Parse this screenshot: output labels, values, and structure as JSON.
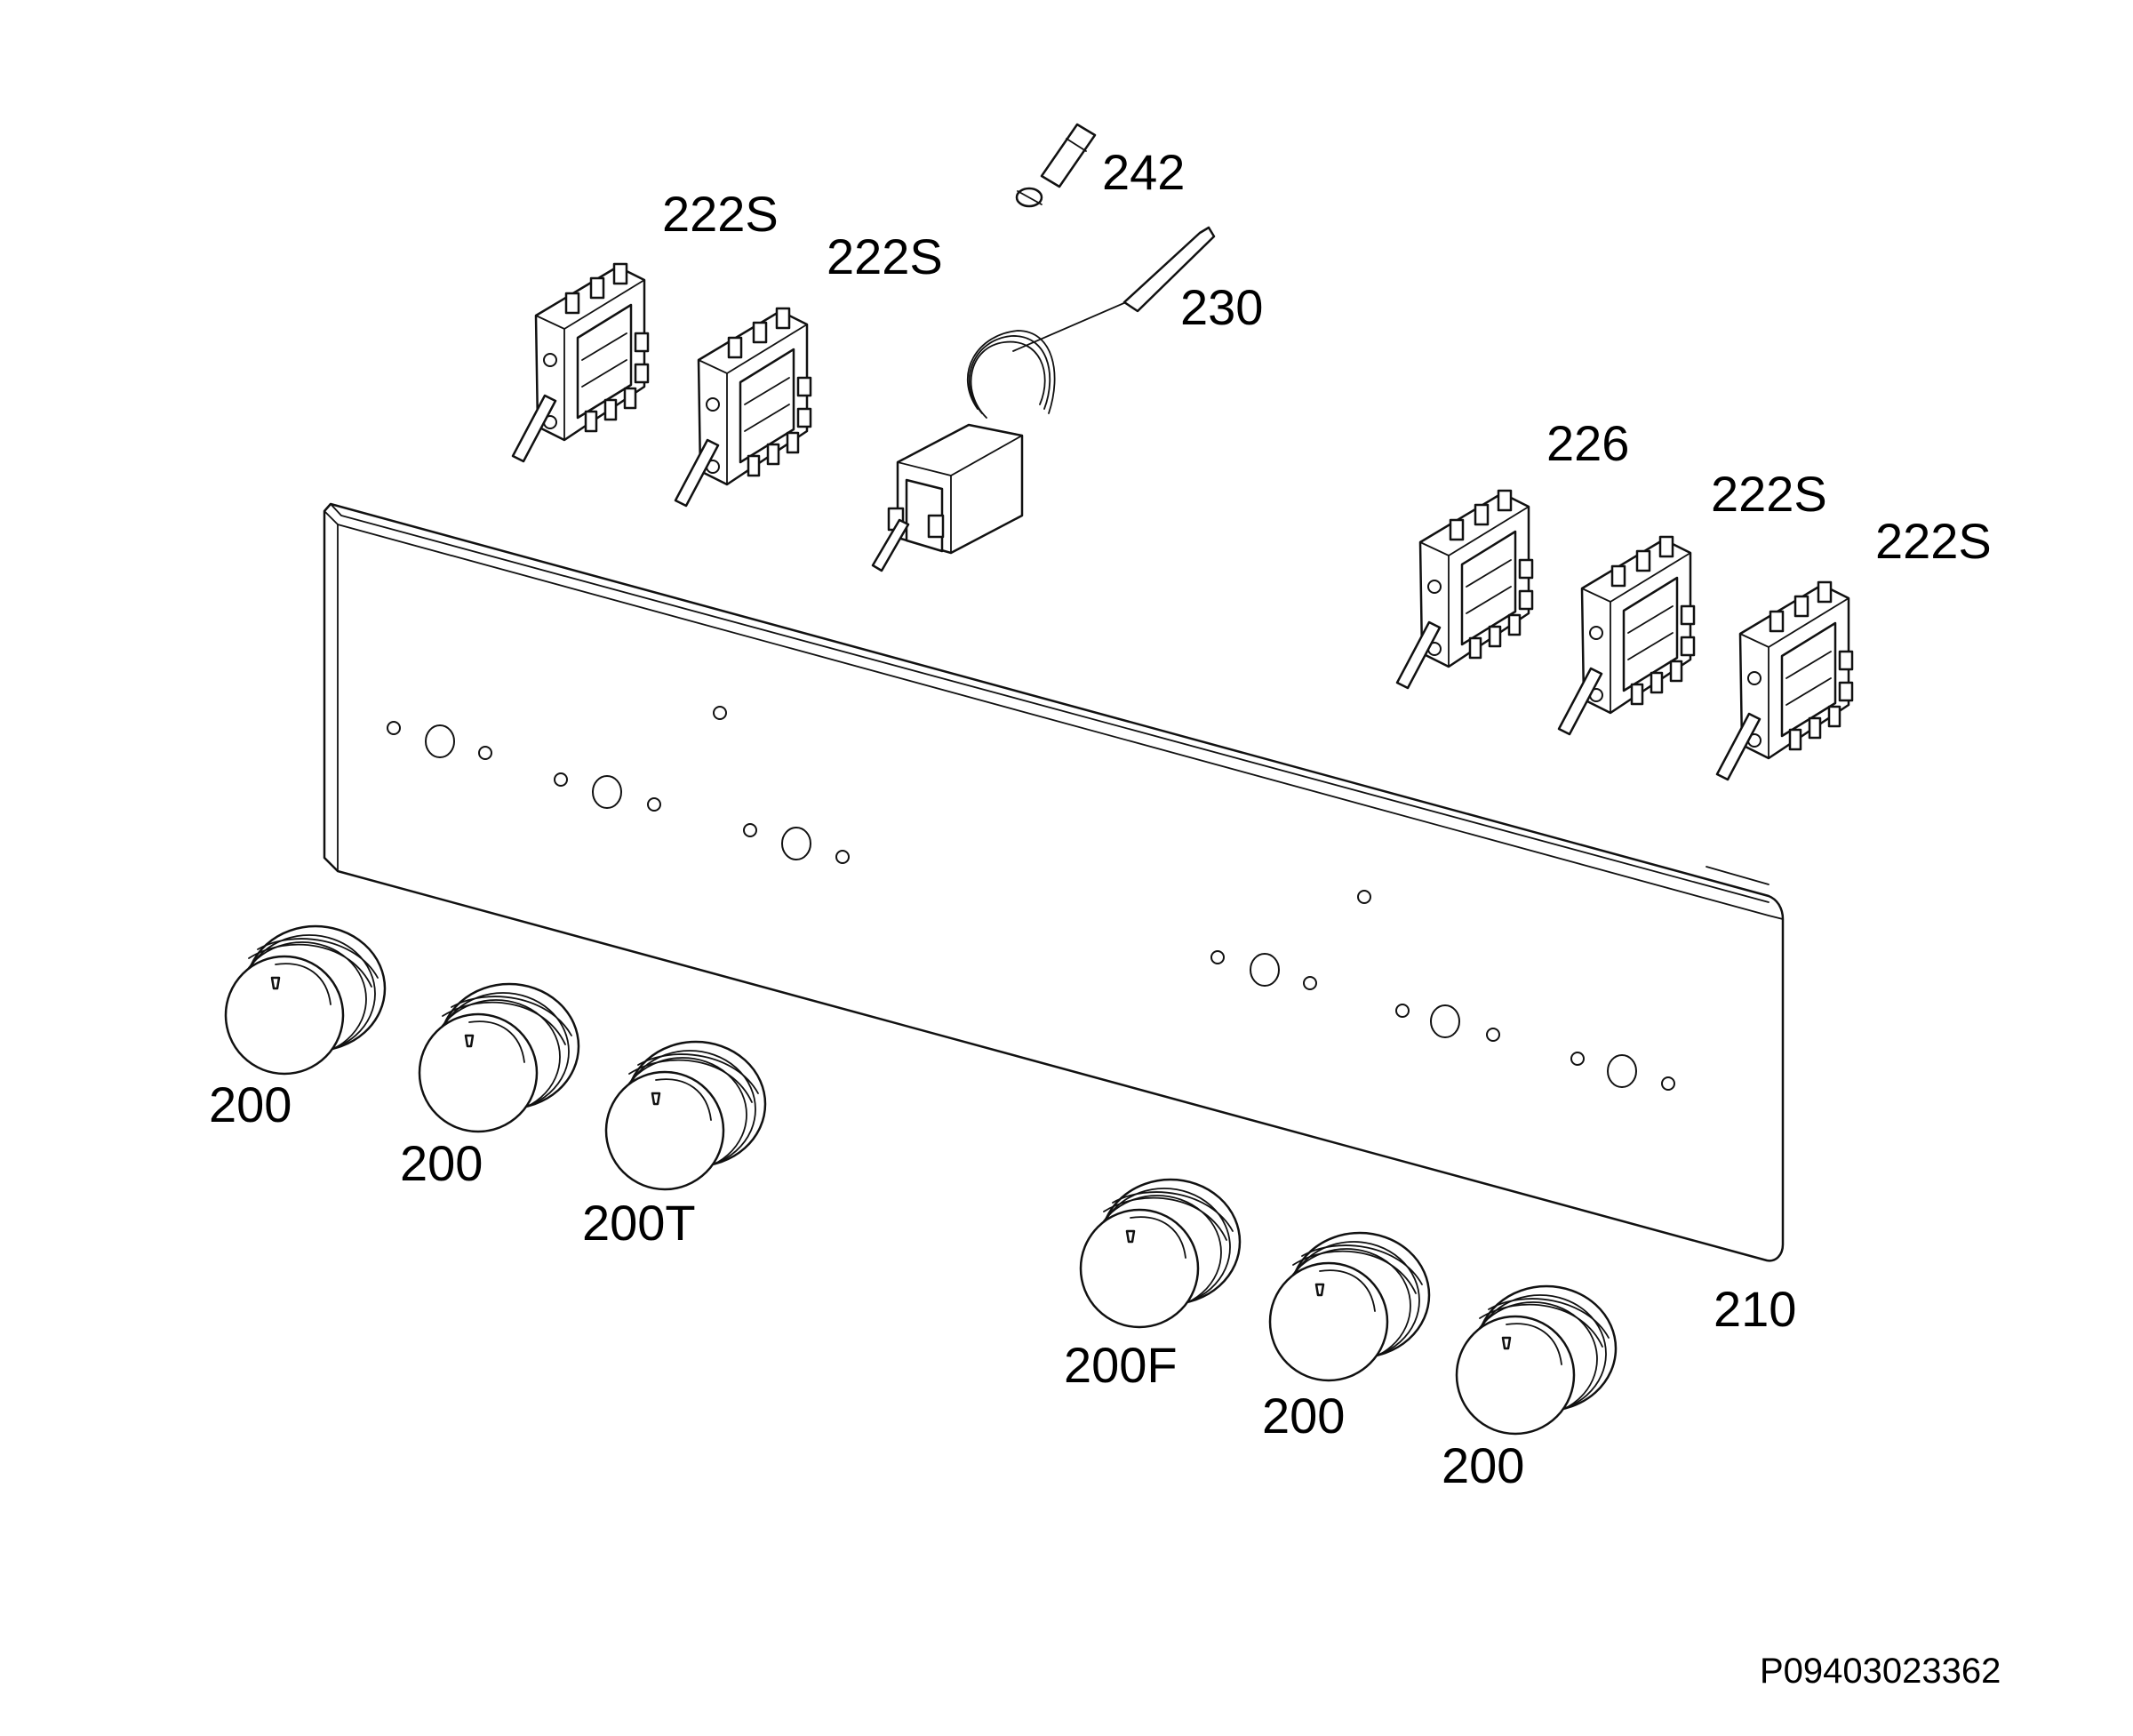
{
  "labels": {
    "switch_1": "222S",
    "switch_2": "222S",
    "sensor_tip": "242",
    "thermostat": "230",
    "switch_3": "226",
    "switch_4": "222S",
    "switch_5": "222S",
    "knob_1": "200",
    "knob_2": "200",
    "knob_3": "200T",
    "knob_4": "200F",
    "knob_5": "200",
    "knob_6": "200",
    "panel": "210"
  },
  "drawing_code": "P09403023362"
}
